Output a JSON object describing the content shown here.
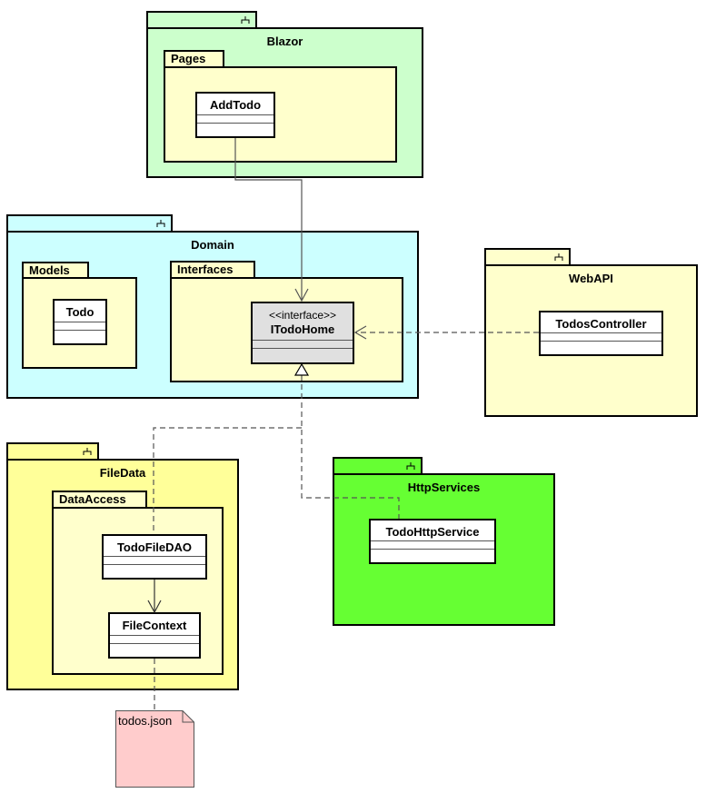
{
  "diagram": {
    "type": "UML package/class diagram",
    "packages": [
      {
        "id": "blazor",
        "name": "Blazor",
        "color": "#ccffcc",
        "subpackages": [
          {
            "id": "pages",
            "name": "Pages",
            "color": "#ffffcc",
            "classes": [
              "AddTodo"
            ]
          }
        ]
      },
      {
        "id": "domain",
        "name": "Domain",
        "color": "#ccffff",
        "subpackages": [
          {
            "id": "models",
            "name": "Models",
            "color": "#ffffcc",
            "classes": [
              "Todo"
            ]
          },
          {
            "id": "interfaces",
            "name": "Interfaces",
            "color": "#ffffcc",
            "classes": [
              "ITodoHome"
            ]
          }
        ]
      },
      {
        "id": "webapi",
        "name": "WebAPI",
        "color": "#ffffcc",
        "classes": [
          "TodosController"
        ]
      },
      {
        "id": "filedata",
        "name": "FileData",
        "color": "#ffff99",
        "subpackages": [
          {
            "id": "dataaccess",
            "name": "DataAccess",
            "color": "#ffffcc",
            "classes": [
              "TodoFileDAO",
              "FileContext"
            ]
          }
        ]
      },
      {
        "id": "httpservices",
        "name": "HttpServices",
        "color": "#66ff33",
        "classes": [
          "TodoHttpService"
        ]
      }
    ],
    "classes": {
      "addtodo": {
        "name": "AddTodo"
      },
      "todo": {
        "name": "Todo"
      },
      "itodohome": {
        "name": "ITodoHome",
        "stereotype": "<<interface>>",
        "fill": "#e0e0e0"
      },
      "todoscontroller": {
        "name": "TodosController"
      },
      "todofiledao": {
        "name": "TodoFileDAO"
      },
      "filecontext": {
        "name": "FileContext"
      },
      "todohttpservice": {
        "name": "TodoHttpService"
      }
    },
    "note": {
      "text": "todos.json",
      "color": "#ffcccc"
    },
    "relationships": [
      {
        "from": "AddTodo",
        "to": "ITodoHome",
        "kind": "association"
      },
      {
        "from": "TodosController",
        "to": "ITodoHome",
        "kind": "dependency"
      },
      {
        "from": "TodoFileDAO",
        "to": "ITodoHome",
        "kind": "realization"
      },
      {
        "from": "TodoHttpService",
        "to": "ITodoHome",
        "kind": "realization"
      },
      {
        "from": "TodoFileDAO",
        "to": "FileContext",
        "kind": "association"
      },
      {
        "from": "FileContext",
        "to": "todos.json",
        "kind": "note-link"
      }
    ]
  }
}
